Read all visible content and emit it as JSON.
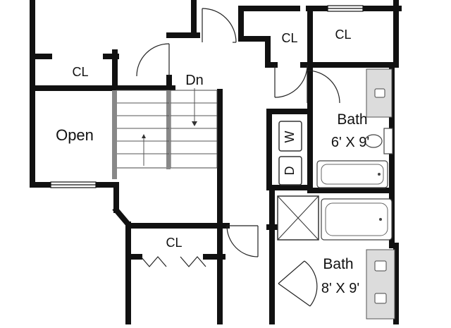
{
  "labels": {
    "closet_top_left": "CL",
    "closet_top_right": "CL",
    "closet_left": "CL",
    "open": "Open",
    "stairs_down": "Dn",
    "bath_1": "Bath",
    "bath_1_size": "6' X 9'",
    "washer": "W",
    "dryer": "D",
    "closet_bottom": "CL",
    "bath_2": "Bath",
    "bath_2_size": "8' X 9'"
  },
  "colors": {
    "wall": "#111111",
    "fixture": "#444444",
    "counter": "#dcdcdc",
    "railing": "#888888"
  }
}
